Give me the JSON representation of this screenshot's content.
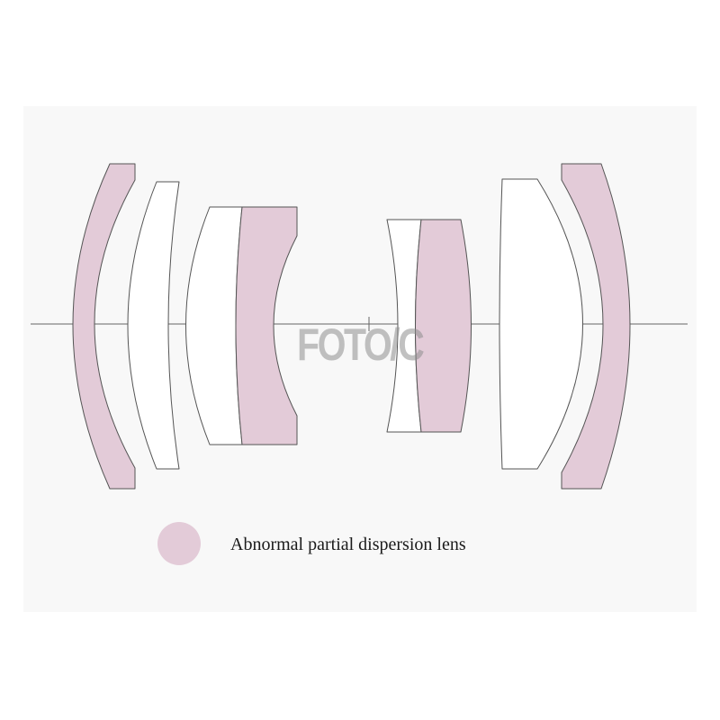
{
  "colors": {
    "background": "#ffffff",
    "panel": "#f8f8f8",
    "apd_fill": "#e3cbd8",
    "plain_fill": "#ffffff",
    "outline": "#555555",
    "axis": "#666666"
  },
  "elements": [
    {
      "id": 1,
      "type": "abnormal-partial-dispersion"
    },
    {
      "id": 2,
      "type": "normal"
    },
    {
      "id": 3,
      "type": "normal"
    },
    {
      "id": 4,
      "type": "abnormal-partial-dispersion"
    },
    {
      "id": 5,
      "type": "normal"
    },
    {
      "id": 6,
      "type": "abnormal-partial-dispersion"
    },
    {
      "id": 7,
      "type": "normal"
    },
    {
      "id": 8,
      "type": "abnormal-partial-dispersion"
    }
  ],
  "legend": {
    "swatch_color": "#e3cbd8",
    "label": "Abnormal partial dispersion lens"
  },
  "watermark": "FOTO/C"
}
